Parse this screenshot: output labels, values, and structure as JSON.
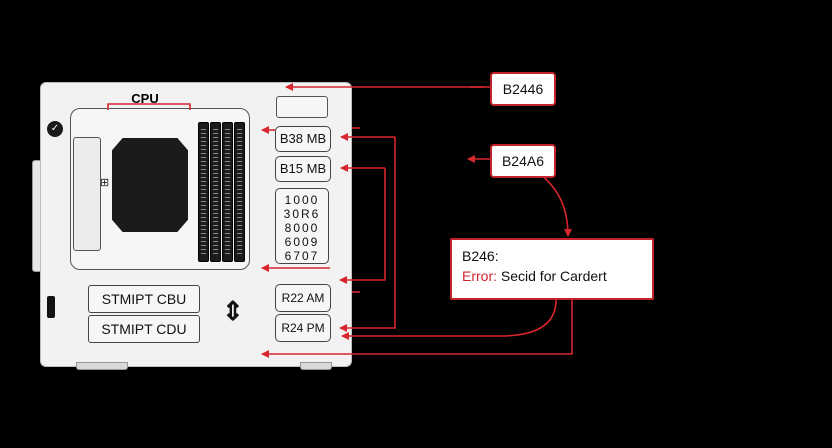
{
  "diagram": {
    "cpu_label": "CPU",
    "memory_slots": [
      "B38 MB",
      "B15 MB"
    ],
    "memory_grid": [
      "1000",
      "30R6",
      "8000",
      "6009",
      "6707"
    ],
    "time_slots": [
      "R22 AM",
      "R24 PM"
    ],
    "stmpt_labels": [
      "STMIPT CBU",
      "STMIPT CDU"
    ],
    "callouts": [
      "B2446",
      "B24A6"
    ],
    "error": {
      "code": "B246:",
      "prefix": "Error:",
      "message": "Secid for Cardert"
    },
    "colors": {
      "wire": "#d8262e",
      "background": "#000000",
      "case": "#f2f2f2"
    }
  }
}
